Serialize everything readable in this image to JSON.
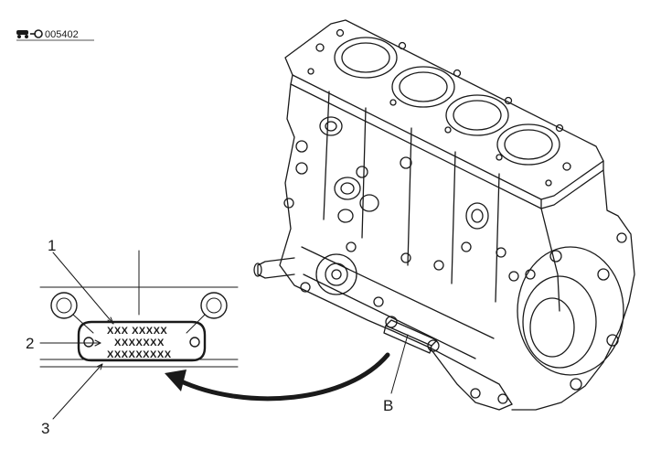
{
  "header": {
    "code": "005402",
    "icon": "car-wrench-icon"
  },
  "labels": {
    "callout_1": "1",
    "callout_2": "2",
    "callout_3": "3",
    "callout_b": "B"
  },
  "plate": {
    "line1": "XXX XXXXX",
    "line2": "XXXXXXX",
    "line3": "XXXXXXXXX"
  }
}
